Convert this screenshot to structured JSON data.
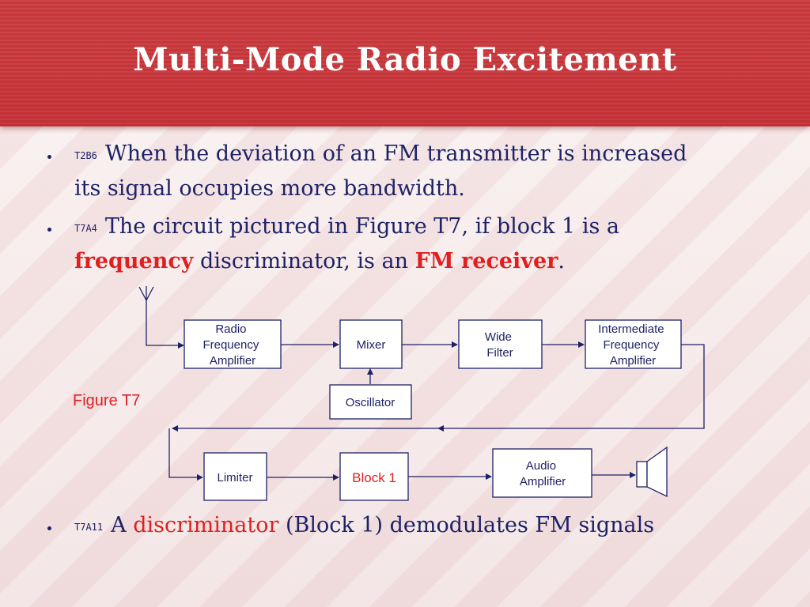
{
  "slide": {
    "title": "Multi-Mode Radio Excitement"
  },
  "bullets": [
    {
      "code": "T2B6",
      "line1": "When the deviation of an FM transmitter is increased",
      "line2": "its signal occupies more bandwidth."
    },
    {
      "code": "T7A4",
      "line1": "The circuit pictured in Figure T7, if block 1 is a",
      "line2_highlight1": "frequency",
      "line2_mid": " discriminator, is an ",
      "line2_highlight2": "FM receiver",
      "line2_end": "."
    },
    {
      "code": "T7A11",
      "prefix": "A ",
      "highlight": "discriminator",
      "suffix": " (Block 1) demodulates FM signals"
    }
  ],
  "figure": {
    "label": "Figure T7",
    "blocks": {
      "rf_amp": [
        "Radio",
        "Frequency",
        "Amplifier"
      ],
      "mixer": "Mixer",
      "wide_filter": [
        "Wide",
        "Filter"
      ],
      "if_amp": [
        "Intermediate",
        "Frequency",
        "Amplifier"
      ],
      "oscillator": "Oscillator",
      "limiter": "Limiter",
      "block1": "Block 1",
      "audio_amp": [
        "Audio",
        "Amplifier"
      ]
    }
  },
  "colors": {
    "title_band": "#c5353a",
    "text_navy": "#1e2266",
    "highlight_red": "#e02020"
  }
}
